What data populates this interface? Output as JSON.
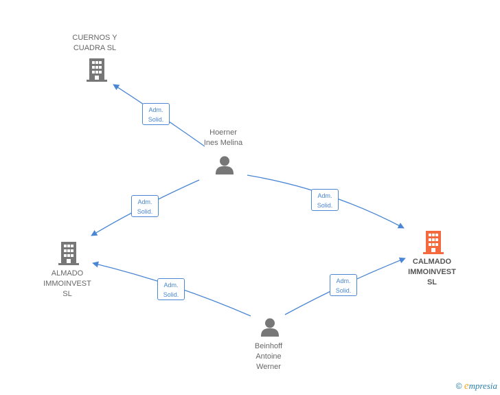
{
  "nodes": {
    "cuernos": {
      "label": "CUERNOS Y\nCUADRA  SL",
      "type": "company"
    },
    "hoerner": {
      "label": "Hoerner\nInes Melina",
      "type": "person"
    },
    "almado": {
      "label": "ALMADO\nIMMOINVEST\nSL",
      "type": "company"
    },
    "calmado": {
      "label": "CALMADO\nIMMOINVEST\nSL",
      "type": "company-highlight"
    },
    "beinhoff": {
      "label": "Beinhoff\nAntoine\nWerner",
      "type": "person"
    }
  },
  "edges": [
    {
      "from": "hoerner",
      "to": "cuernos",
      "label": "Adm.\nSolid."
    },
    {
      "from": "hoerner",
      "to": "almado",
      "label": "Adm.\nSolid."
    },
    {
      "from": "hoerner",
      "to": "calmado",
      "label": "Adm.\nSolid."
    },
    {
      "from": "beinhoff",
      "to": "almado",
      "label": "Adm.\nSolid."
    },
    {
      "from": "beinhoff",
      "to": "calmado",
      "label": "Adm.\nSolid."
    }
  ],
  "colors": {
    "edge": "#4a86d4",
    "node_icon": "#777777",
    "highlight": "#f26a3d"
  },
  "icons": {
    "company": "building-icon",
    "person": "person-icon"
  },
  "footer": {
    "copyright": "©",
    "brand_first": "e",
    "brand_rest": "mpresia"
  }
}
